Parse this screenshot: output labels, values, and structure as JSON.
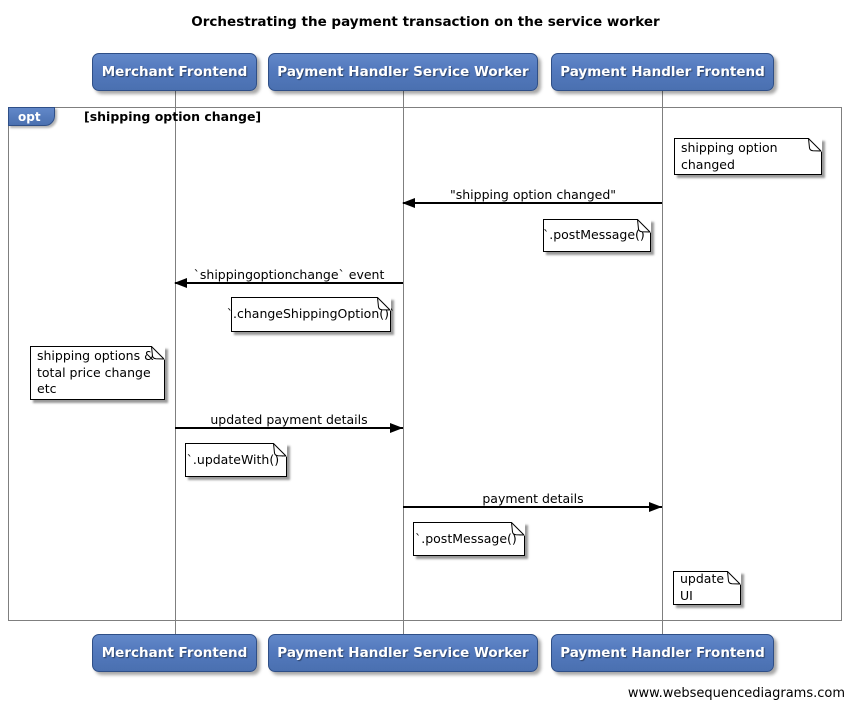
{
  "title": "Orchestrating the payment transaction on the service worker",
  "watermark": "www.websequencediagrams.com",
  "fragment": {
    "operator": "opt",
    "guard": "[shipping option change]"
  },
  "actors": [
    {
      "label": "Merchant Frontend"
    },
    {
      "label": "Payment Handler Service Worker"
    },
    {
      "label": "Payment Handler Frontend"
    }
  ],
  "messages": [
    {
      "label": "\"shipping option changed\"",
      "from": "Payment Handler Frontend",
      "to": "Payment Handler Service Worker"
    },
    {
      "label": "`shippingoptionchange` event",
      "from": "Payment Handler Service Worker",
      "to": "Merchant Frontend"
    },
    {
      "label": "updated payment details",
      "from": "Merchant Frontend",
      "to": "Payment Handler Service Worker"
    },
    {
      "label": "payment details",
      "from": "Payment Handler Service Worker",
      "to": "Payment Handler Frontend"
    }
  ],
  "notes": [
    {
      "text": "shipping option changed"
    },
    {
      "text": "`.postMessage()`"
    },
    {
      "text": "`.changeShippingOption()`"
    },
    {
      "text": "shipping options &\ntotal price change etc"
    },
    {
      "text": "`.updateWith()`"
    },
    {
      "text": "`.postMessage()`"
    },
    {
      "text": "update UI"
    }
  ],
  "colors": {
    "actor_fill": "#5379BD",
    "actor_border": "#2F4F87",
    "frame_border": "#7F7F7F",
    "lifeline": "#7F7F7F",
    "arrow": "#000000",
    "note_bg": "#FFFFFF",
    "note_shadow": "#999999"
  }
}
